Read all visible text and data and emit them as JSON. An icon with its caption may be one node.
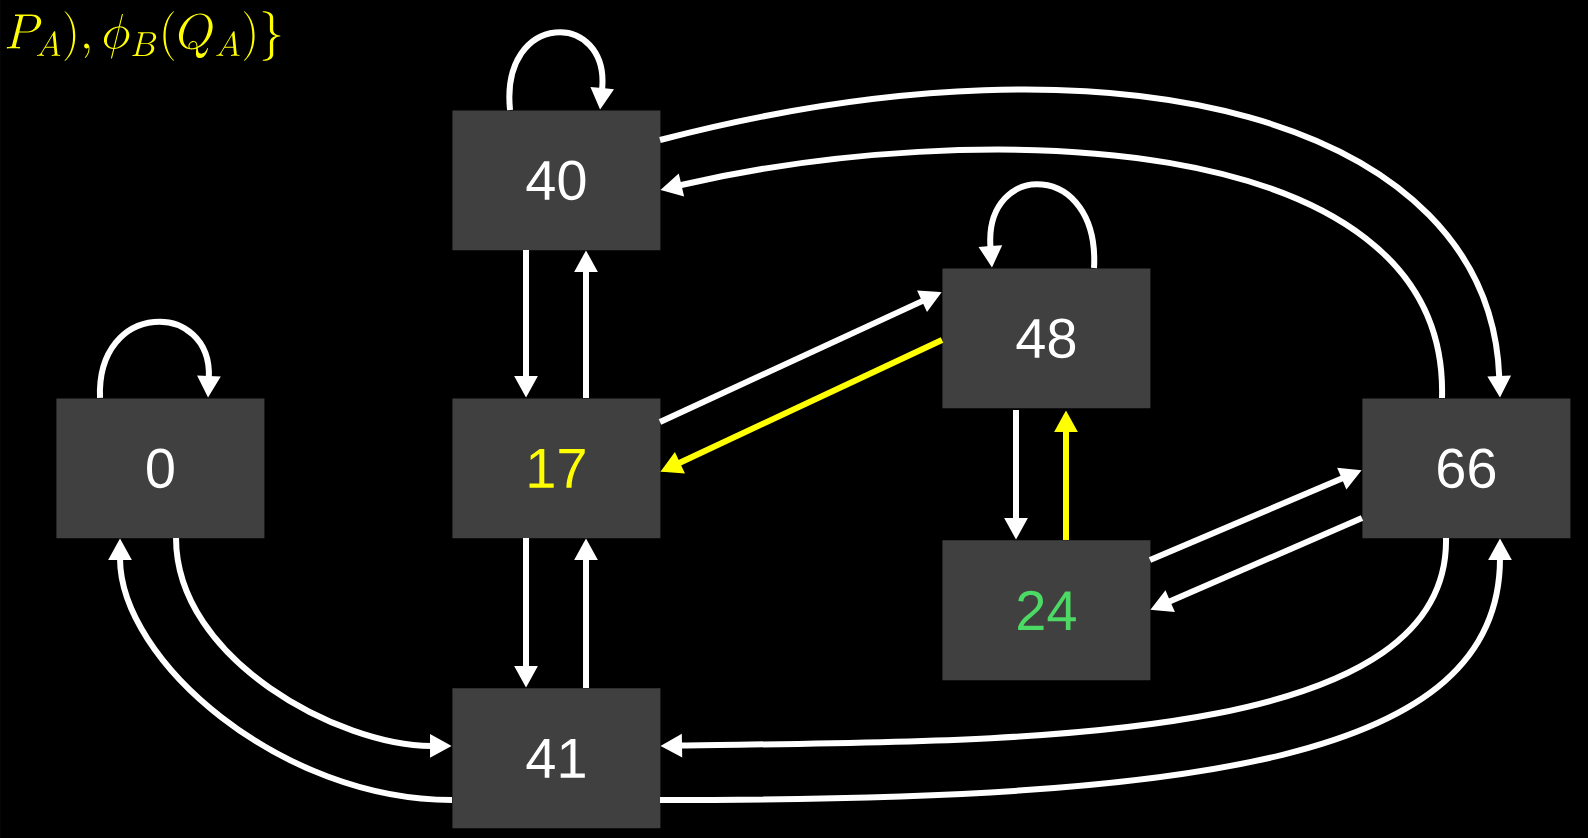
{
  "diagram": {
    "nodes": [
      {
        "text": [
          "0"
        ]
      },
      {
        "text": [
          "40"
        ]
      },
      {
        "text": [
          "17"
        ]
      },
      {
        "text": [
          "48"
        ]
      },
      {
        "text": [
          "66"
        ]
      },
      {
        "text": [
          "24"
        ]
      },
      {
        "text": [
          "41"
        ]
      }
    ],
    "edges": [
      {
        "from": 0,
        "to": 0,
        "arrow": "to"
      },
      {
        "from": 0,
        "to": 6,
        "arrow": "to"
      },
      {
        "from": 6,
        "to": 0,
        "arrow": "to"
      },
      {
        "from": 1,
        "to": 1,
        "arrow": "to"
      },
      {
        "from": 1,
        "to": 2,
        "arrow": "to"
      },
      {
        "from": 2,
        "to": 1,
        "arrow": "to"
      },
      {
        "from": 2,
        "to": 6,
        "arrow": "to"
      },
      {
        "from": 6,
        "to": 2,
        "arrow": "to"
      },
      {
        "from": 2,
        "to": 3,
        "arrow": "to"
      },
      {
        "from": 3,
        "to": 2,
        "arrow": "to",
        "color": "#ffff00"
      },
      {
        "from": 3,
        "to": 3,
        "arrow": "to"
      },
      {
        "from": 3,
        "to": 5,
        "arrow": "to"
      },
      {
        "from": 5,
        "to": 3,
        "arrow": "to",
        "color": "#ffff00"
      },
      {
        "from": 5,
        "to": 4,
        "arrow": "to"
      },
      {
        "from": 4,
        "to": 5,
        "arrow": "to"
      },
      {
        "from": 1,
        "to": 4,
        "arrow": "to"
      },
      {
        "from": 4,
        "to": 1,
        "arrow": "to"
      },
      {
        "from": 4,
        "to": 6,
        "arrow": "to"
      },
      {
        "from": 6,
        "to": 4,
        "arrow": "to"
      }
    ],
    "labels": [
      "P_A),\\phi_B(Q_A)\\}"
    ]
  }
}
